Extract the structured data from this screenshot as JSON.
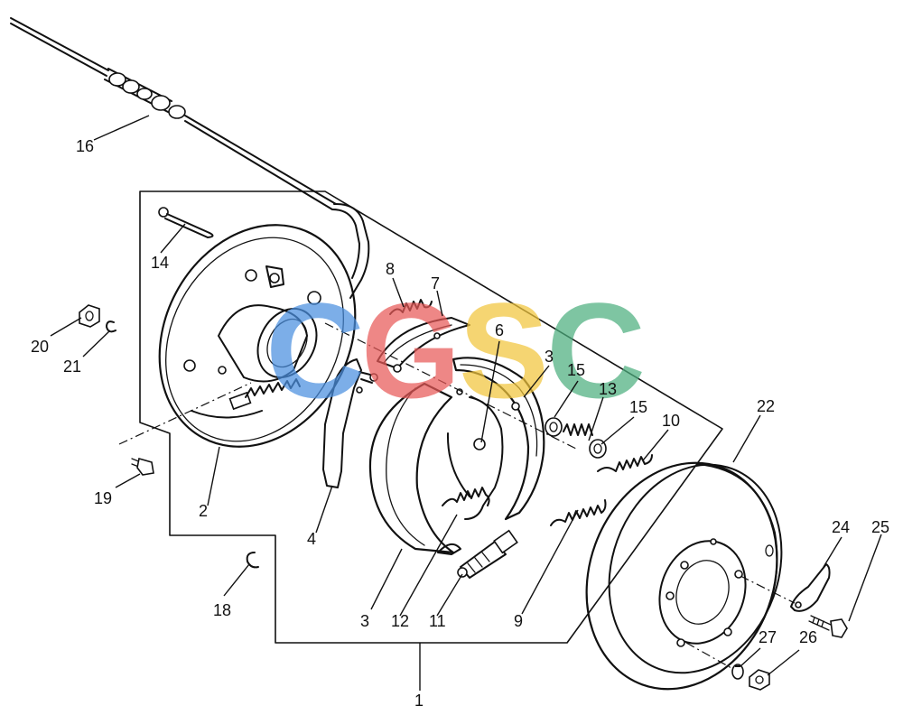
{
  "watermark": {
    "letters": [
      {
        "char": "C",
        "color": "#4a8fe0"
      },
      {
        "char": "G",
        "color": "#e85a58"
      },
      {
        "char": "S",
        "color": "#f2c63c"
      },
      {
        "char": "C",
        "color": "#4db07f"
      }
    ]
  },
  "callouts": {
    "c1": "1",
    "c2": "2",
    "c3a": "3",
    "c3b": "3",
    "c4": "4",
    "c6": "6",
    "c7": "7",
    "c8": "8",
    "c9": "9",
    "c10": "10",
    "c11": "11",
    "c12": "12",
    "c13": "13",
    "c14": "14",
    "c15a": "15",
    "c15b": "15",
    "c16": "16",
    "c18": "18",
    "c19": "19",
    "c20": "20",
    "c21": "21",
    "c22": "22",
    "c24": "24",
    "c25": "25",
    "c26": "26",
    "c27": "27"
  },
  "colors": {
    "ink": "#111111",
    "callout_13": "#2a8a5a",
    "callout_15a": "#2a8a5a"
  }
}
